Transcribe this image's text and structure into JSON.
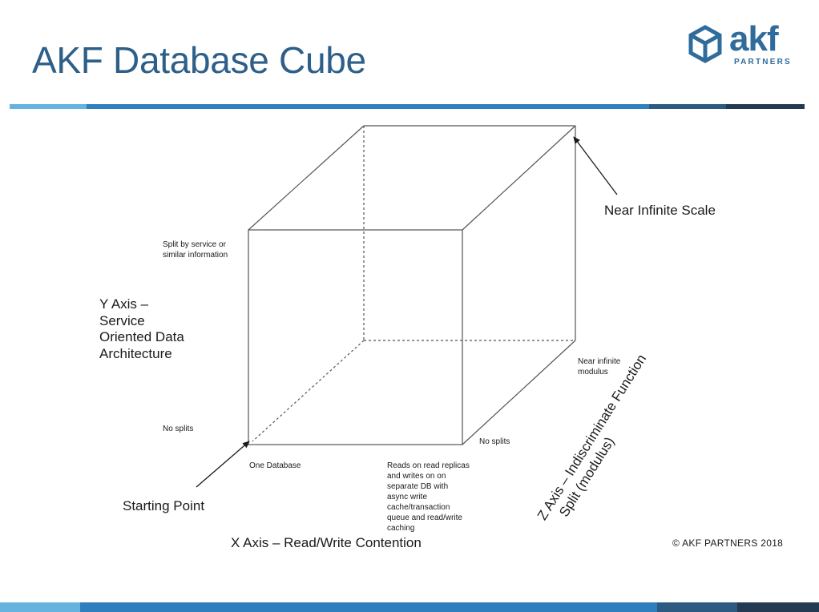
{
  "title": "AKF Database Cube",
  "logo": {
    "name": "akf",
    "sub": "PARTNERS",
    "color": "#2f6c9c"
  },
  "colors": {
    "title": "#2e5f88",
    "bar_light": "#66b3e0",
    "bar_mid": "#2f7fbf",
    "bar_dark": "#2c4a66"
  },
  "diagram": {
    "y_axis_label": [
      "Y Axis –",
      "Service",
      "Oriented Data",
      "Architecture"
    ],
    "y_top_note": [
      "Split by service or",
      "similar information"
    ],
    "y_bottom_note": "No splits",
    "x_axis_label": "X Axis – Read/Write Contention",
    "x_left_note": "One Database",
    "x_right_note": [
      "Reads on read replicas",
      "and writes on on",
      "separate DB with",
      "async write",
      "cache/transaction",
      "queue and  read/write",
      "caching"
    ],
    "z_axis_label": [
      "Z Axis – Indiscriminate Function",
      "Split (modulus)"
    ],
    "z_near_note": "No splits",
    "z_far_note": [
      "Near infinite",
      "modulus"
    ],
    "start_label": "Starting Point",
    "end_label": "Near Infinite Scale"
  },
  "footer": {
    "copyright": "© AKF PARTNERS 2018"
  }
}
